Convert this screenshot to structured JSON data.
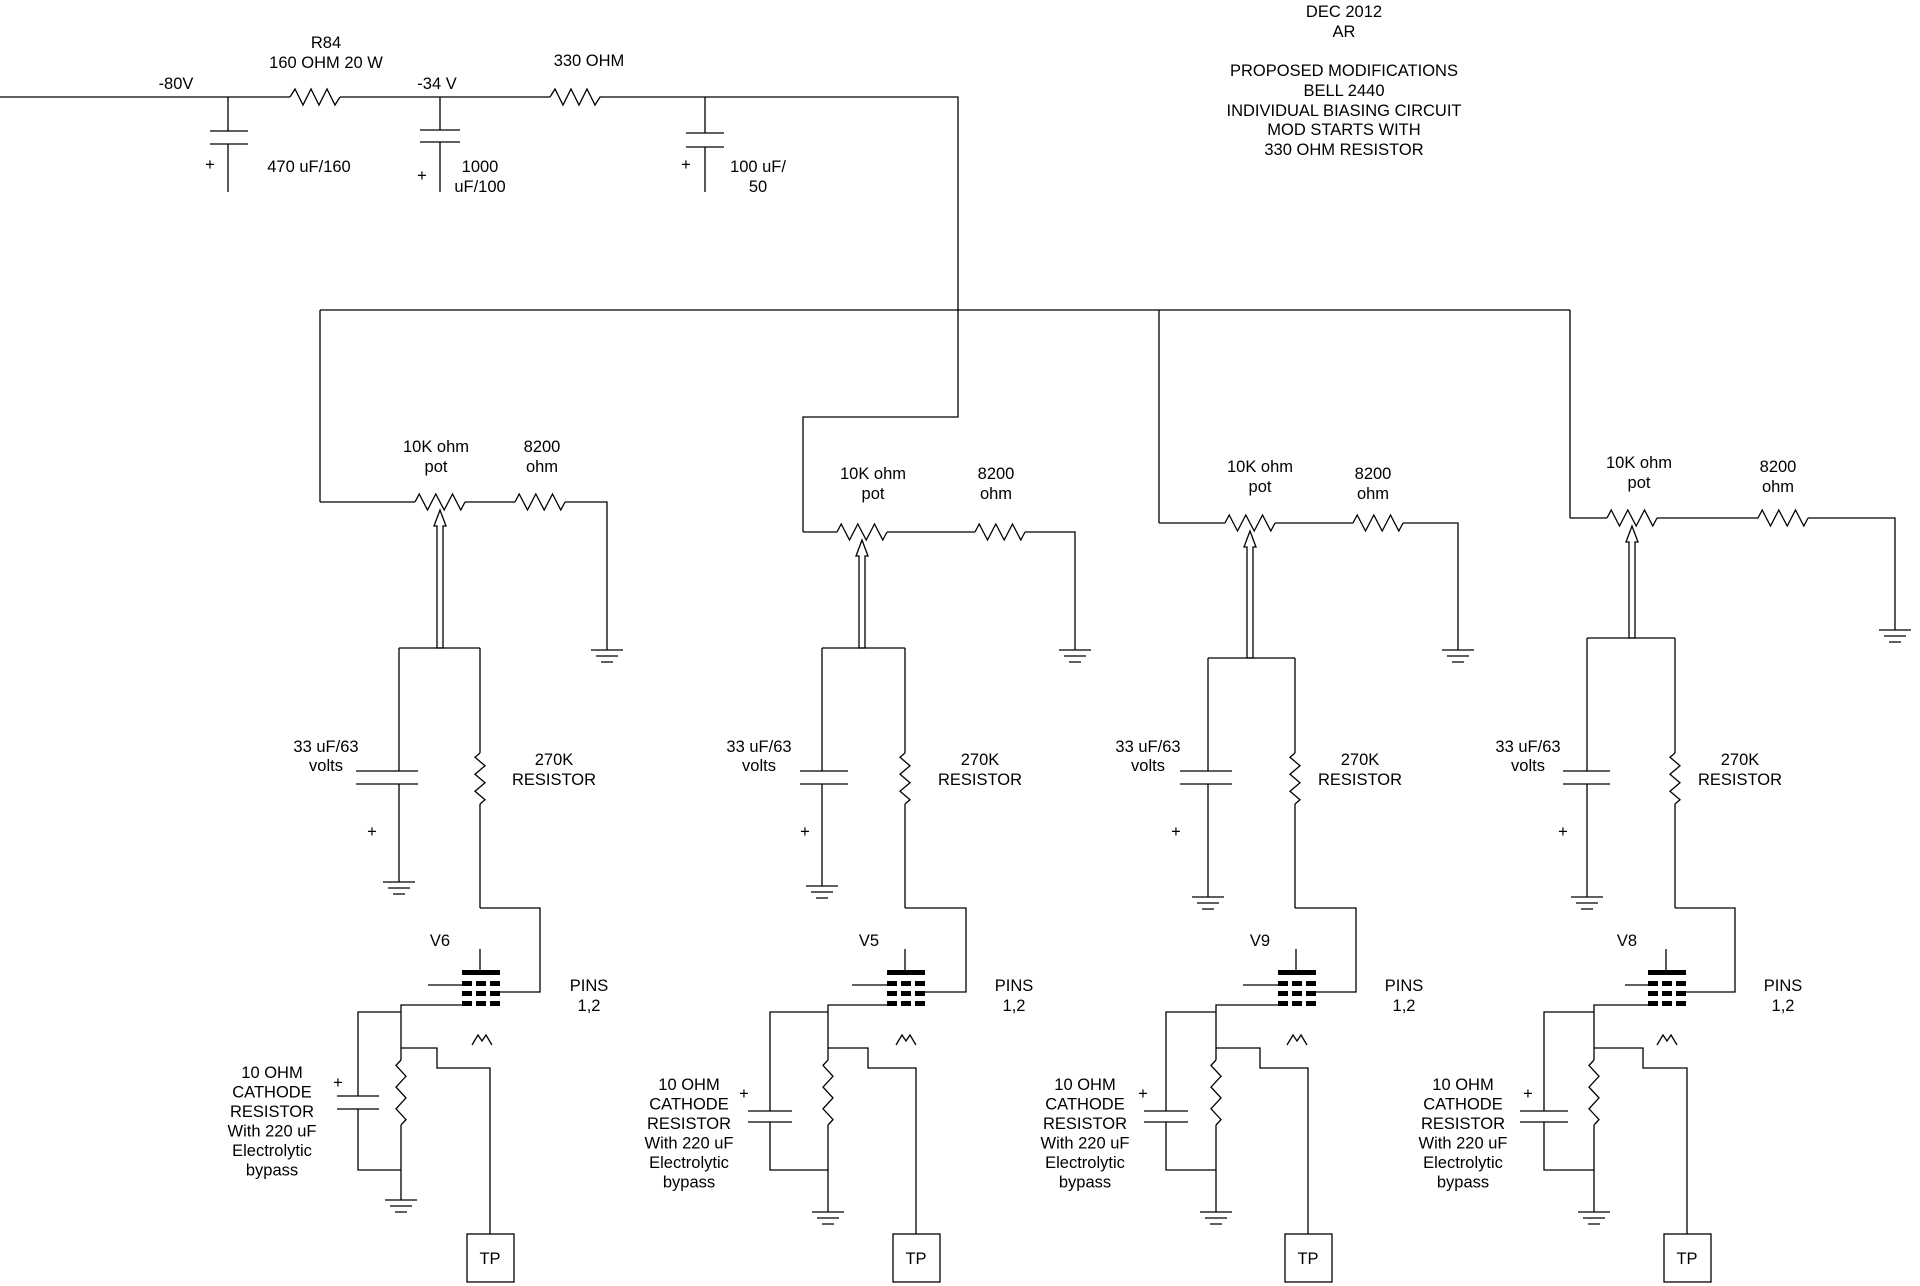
{
  "header": {
    "date": "DEC 2012",
    "author": "AR",
    "notes": [
      "PROPOSED MODIFICATIONS",
      "BELL 2440",
      "INDIVIDUAL BIASING CIRCUIT",
      "MOD STARTS WITH",
      "330 OHM RESISTOR"
    ]
  },
  "supply": {
    "rail_neg80": "-80V",
    "r84_name": "R84",
    "r84_value": "160 OHM 20 W",
    "rail_neg34": "-34 V",
    "r330_value": "330 OHM",
    "c1": [
      "470 uF/160"
    ],
    "c2": [
      "1000",
      "uF/100"
    ],
    "c3": [
      "100 uF/",
      "50"
    ],
    "plus": "+"
  },
  "stages": [
    {
      "tube": "V6",
      "pot": [
        "10K ohm",
        "pot"
      ],
      "series_r": [
        "8200",
        "ohm"
      ],
      "filter_cap": [
        "33 uF/63",
        "volts"
      ],
      "grid_r": [
        "270K",
        "RESISTOR"
      ],
      "pins": [
        "PINS",
        "1,2"
      ],
      "cathode": [
        "10 OHM",
        "CATHODE",
        "RESISTOR",
        "With 220 uF",
        "Electrolytic",
        "bypass"
      ],
      "test_point": "TP",
      "plus": "+"
    },
    {
      "tube": "V5",
      "pot": [
        "10K ohm",
        "pot"
      ],
      "series_r": [
        "8200",
        "ohm"
      ],
      "filter_cap": [
        "33 uF/63",
        "volts"
      ],
      "grid_r": [
        "270K",
        "RESISTOR"
      ],
      "pins": [
        "PINS",
        "1,2"
      ],
      "cathode": [
        "10 OHM",
        "CATHODE",
        "RESISTOR",
        "With 220 uF",
        "Electrolytic",
        "bypass"
      ],
      "test_point": "TP",
      "plus": "+"
    },
    {
      "tube": "V9",
      "pot": [
        "10K ohm",
        "pot"
      ],
      "series_r": [
        "8200",
        "ohm"
      ],
      "filter_cap": [
        "33 uF/63",
        "volts"
      ],
      "grid_r": [
        "270K",
        "RESISTOR"
      ],
      "pins": [
        "PINS",
        "1,2"
      ],
      "cathode": [
        "10 OHM",
        "CATHODE",
        "RESISTOR",
        "With 220 uF",
        "Electrolytic",
        "bypass"
      ],
      "test_point": "TP",
      "plus": "+"
    },
    {
      "tube": "V8",
      "pot": [
        "10K ohm",
        "pot"
      ],
      "series_r": [
        "8200",
        "ohm"
      ],
      "filter_cap": [
        "33 uF/63",
        "volts"
      ],
      "grid_r": [
        "270K",
        "RESISTOR"
      ],
      "pins": [
        "PINS",
        "1,2"
      ],
      "cathode": [
        "10 OHM",
        "CATHODE",
        "RESISTOR",
        "With 220 uF",
        "Electrolytic",
        "bypass"
      ],
      "test_point": "TP",
      "plus": "+"
    }
  ]
}
